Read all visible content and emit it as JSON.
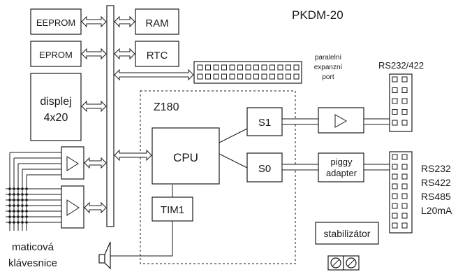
{
  "title": "PKDM-20",
  "blocks": {
    "eeprom": "EEPROM",
    "eprom": "EPROM",
    "ram": "RAM",
    "rtc": "RTC",
    "display_line1": "displej",
    "display_line2": "4x20",
    "cpu_group": "Z180",
    "cpu": "CPU",
    "timer": "TIM1",
    "serial1": "S1",
    "serial0": "S0",
    "piggy_line1": "piggy",
    "piggy_line2": "adapter",
    "stabilizer": "stabilizátor"
  },
  "port_label": {
    "line1": "paralelní",
    "line2": "expanzní",
    "line3": "port"
  },
  "rs232_422_label": "RS232/422",
  "serial_options": [
    "RS232",
    "RS422",
    "RS485",
    "L20mA"
  ],
  "keyboard_label": {
    "line1": "maticová",
    "line2": "klávesnice"
  }
}
